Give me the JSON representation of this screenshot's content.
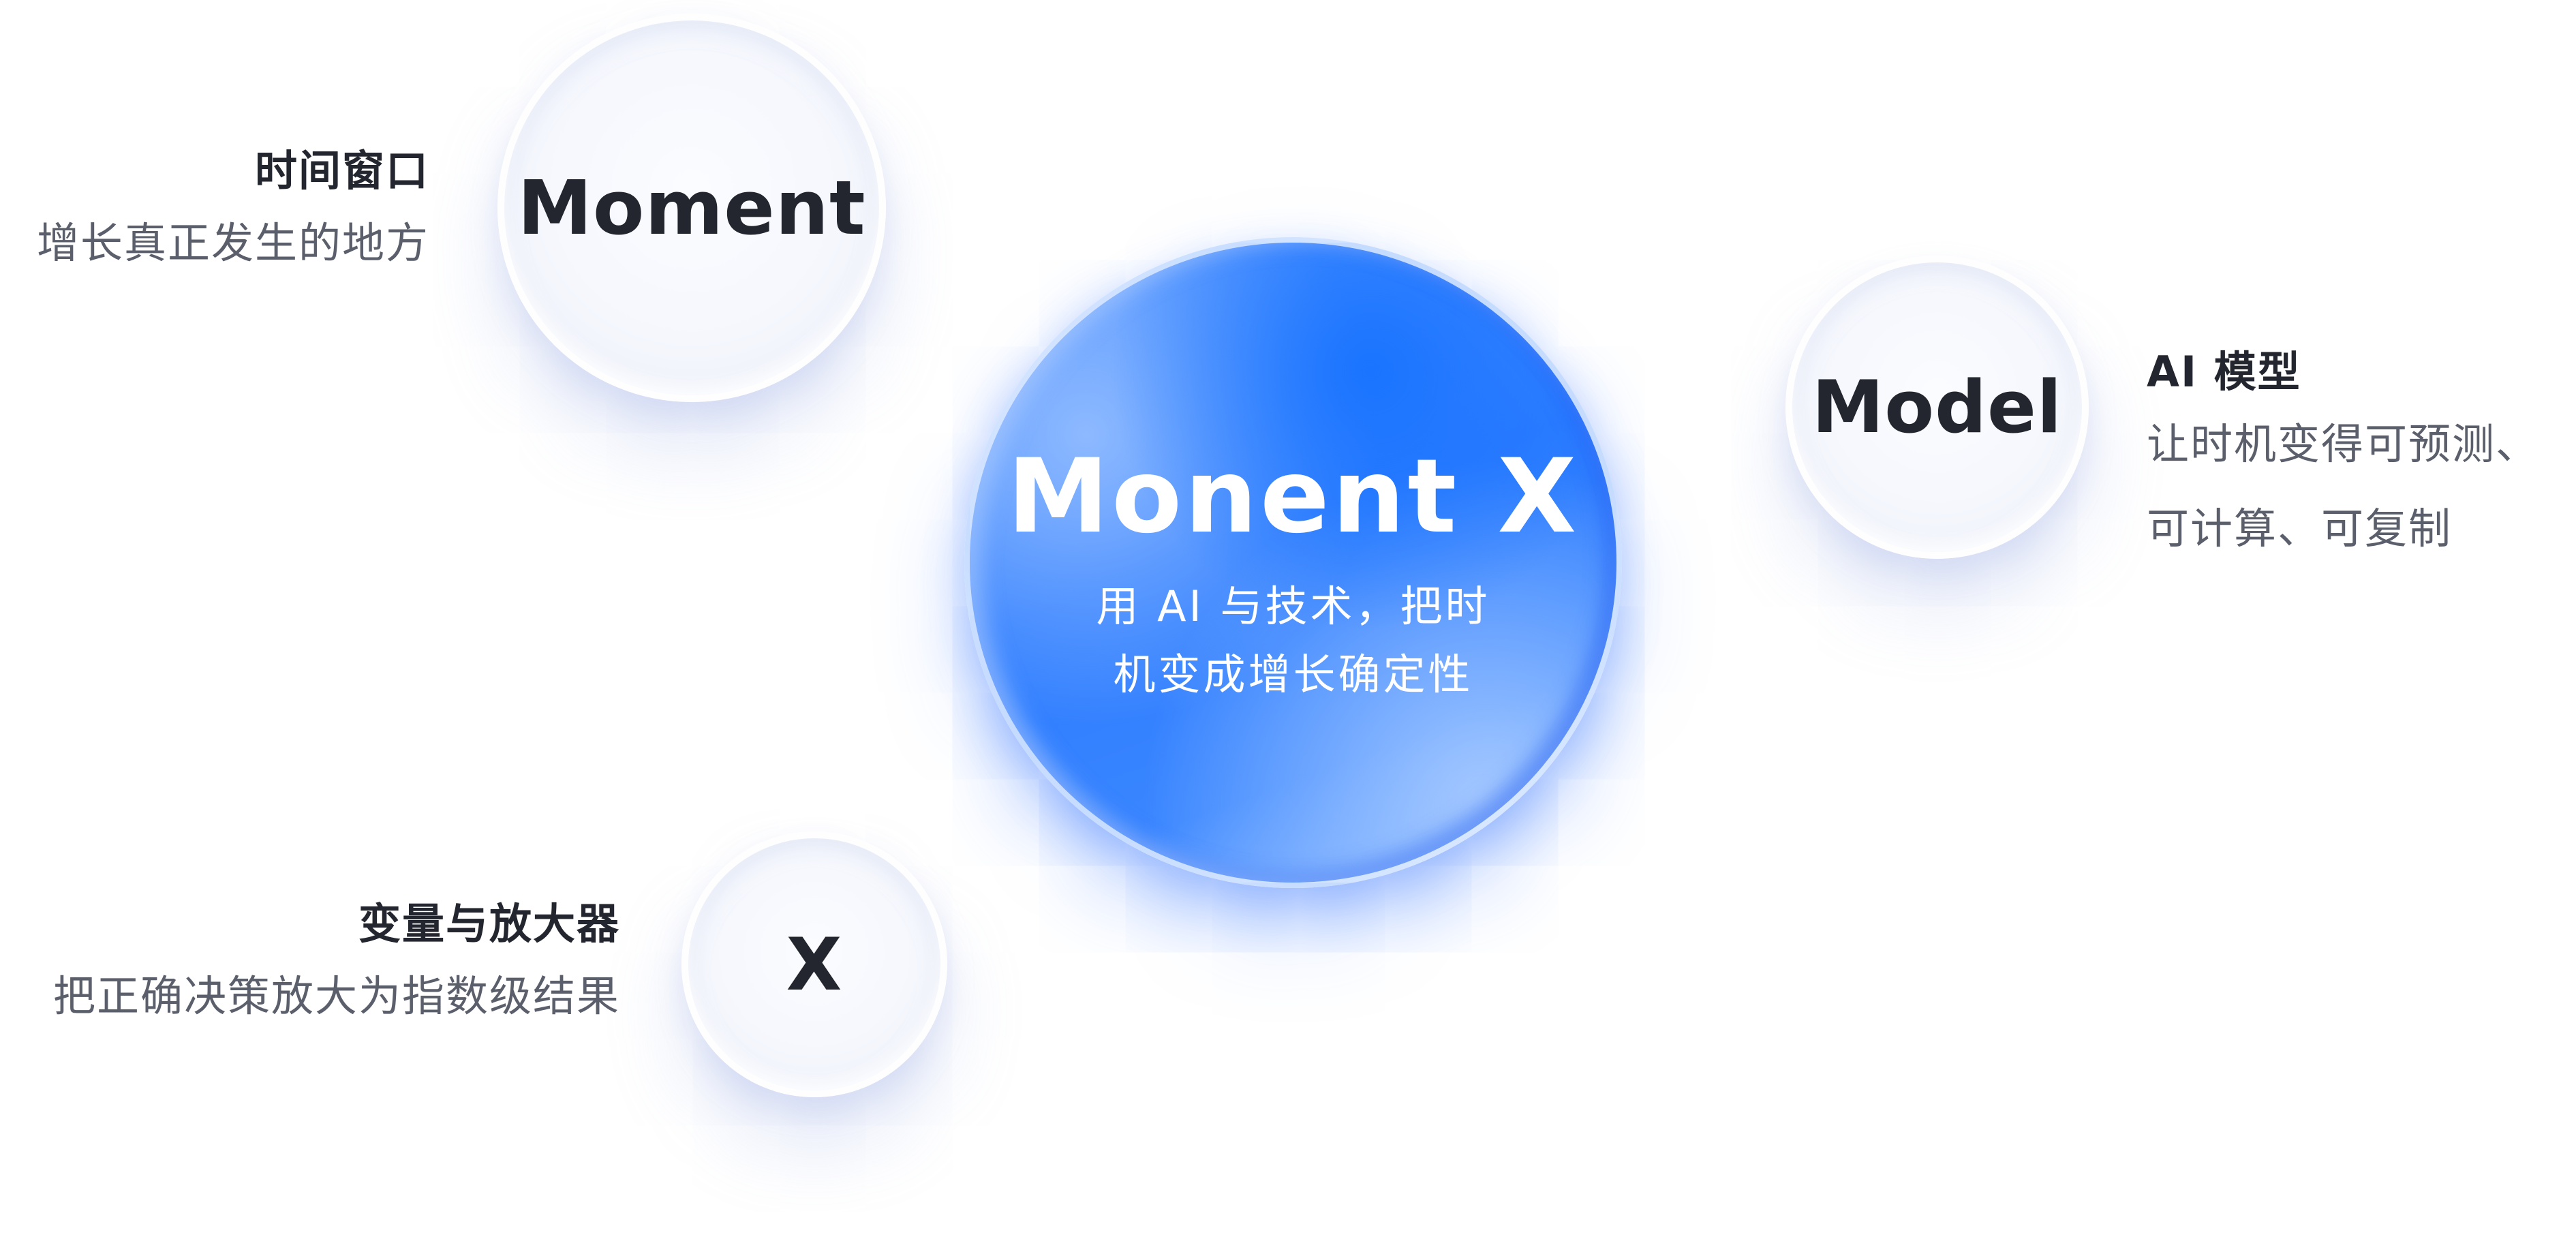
{
  "center": {
    "title": "Monent X",
    "subtitle_line1": "用 AI 与技术，把时",
    "subtitle_line2": "机变成增长确定性"
  },
  "nodes": {
    "moment": {
      "label": "Moment",
      "title": "时间窗口",
      "desc": "增长真正发生的地方"
    },
    "model": {
      "label": "Model",
      "title": "AI 模型",
      "desc_line1": "让时机变得可预测、",
      "desc_line2": "可计算、可复制"
    },
    "x": {
      "label": "X",
      "title": "变量与放大器",
      "desc": "把正确决策放大为指数级结果"
    }
  },
  "colors": {
    "primary_blue": "#2d7cff",
    "text_dark": "#23262e",
    "text_gray": "#5b5f6b"
  }
}
